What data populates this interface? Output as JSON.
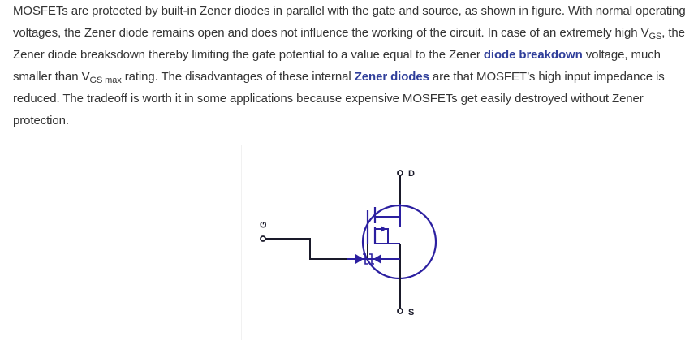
{
  "paragraph": {
    "t1": "MOSFETs are protected by built-in Zener diodes in parallel with the gate and source, as shown in figure. With normal operating voltages, the Zener diode remains open and does not influence the working of the circuit. In case of an extremely high V",
    "sub1": "GS",
    "t2": ", the Zener diode breaksdown thereby limiting the gate potential to a value equal to the Zener ",
    "link1": "diode breakdown",
    "t3": " voltage, much smaller than V",
    "sub2": "GS max",
    "t4": " rating. The disadvantages of these internal ",
    "link2": "Zener diodes",
    "t5": " are that MOSFET’s high input impedance is reduced. The tradeoff is worth it in some applications because expensive MOSFETs get easily destroyed without Zener protection."
  },
  "figure": {
    "label_drain": "D",
    "label_gate": "G",
    "label_source": "S"
  },
  "colors": {
    "text": "#333333",
    "link": "#2f3e9a",
    "circuit": "#2b1fa0",
    "circuit_dark": "#1a1a2a"
  }
}
